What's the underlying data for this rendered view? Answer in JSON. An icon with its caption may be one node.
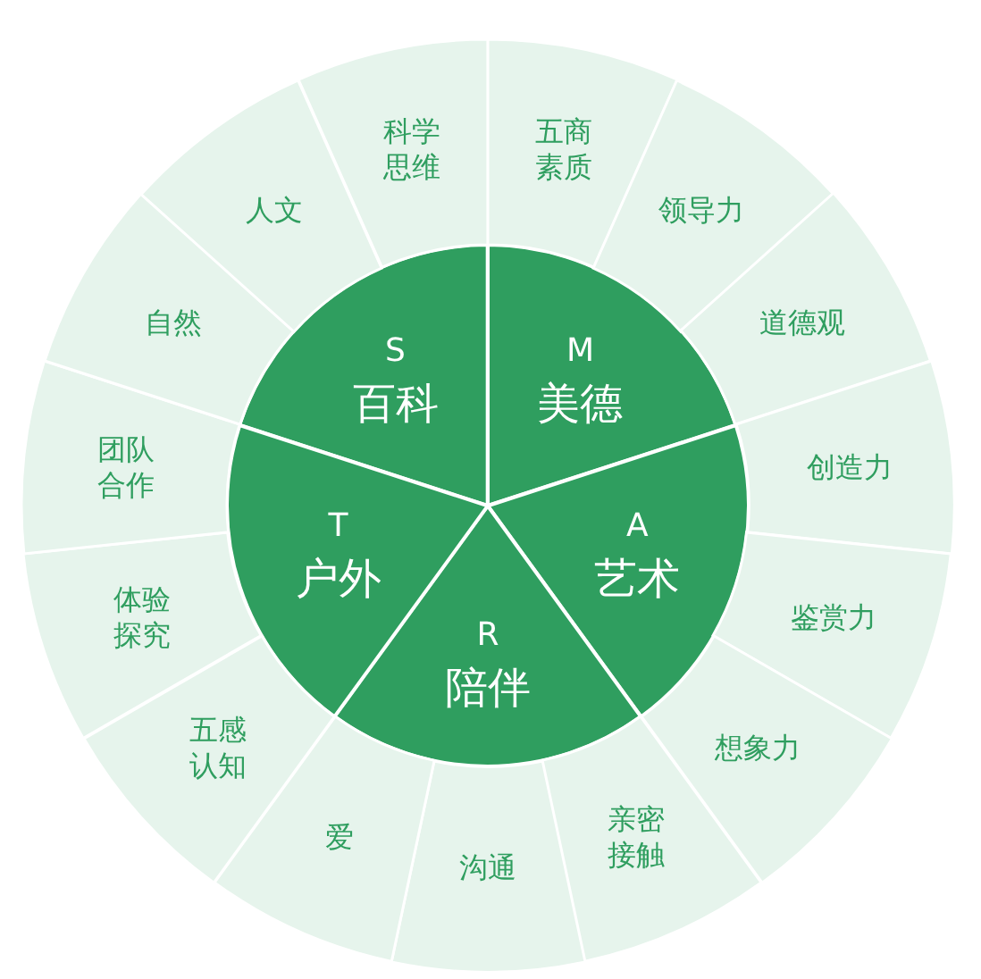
{
  "diagram": {
    "nodes": [
      {
        "text": [
          "S",
          "百科"
        ]
      },
      {
        "text": [
          "M",
          "美德"
        ]
      },
      {
        "text": [
          "A",
          "艺术"
        ]
      },
      {
        "text": [
          "R",
          "陪伴"
        ]
      },
      {
        "text": [
          "T",
          "户外"
        ]
      },
      {
        "text": [
          "科学思维"
        ]
      },
      {
        "text": [
          "五商素质"
        ]
      },
      {
        "text": [
          "领导力"
        ]
      },
      {
        "text": [
          "道德观"
        ]
      },
      {
        "text": [
          "创造力"
        ]
      },
      {
        "text": [
          "鉴赏力"
        ]
      },
      {
        "text": [
          "想象力"
        ]
      },
      {
        "text": [
          "亲密接触"
        ]
      },
      {
        "text": [
          "沟通"
        ]
      },
      {
        "text": [
          "爱"
        ]
      },
      {
        "text": [
          "五感认知"
        ]
      },
      {
        "text": [
          "体验探究"
        ]
      },
      {
        "text": [
          "团队合作"
        ]
      },
      {
        "text": [
          "自然"
        ]
      },
      {
        "text": [
          "人文"
        ]
      }
    ]
  }
}
